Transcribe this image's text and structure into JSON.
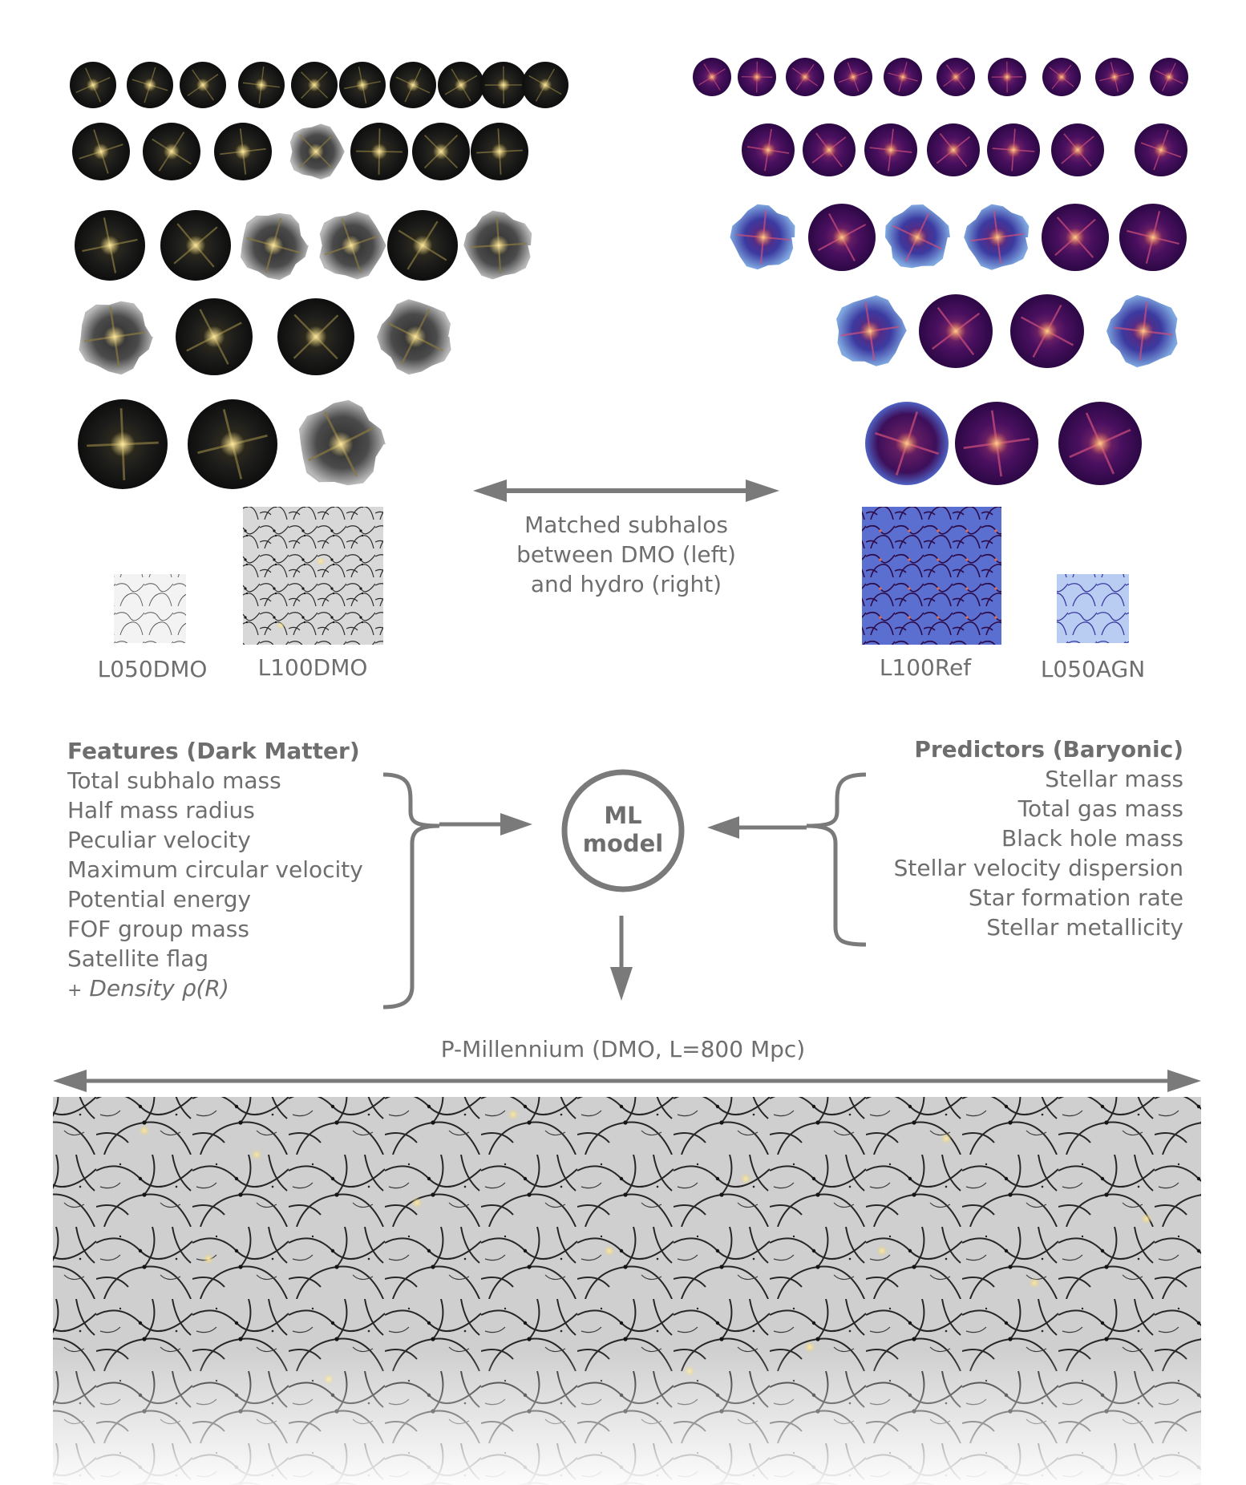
{
  "center_caption": [
    "Matched subhalos",
    "between DMO (left)",
    "and hydro (right)"
  ],
  "box_labels": {
    "l050dmo": "L050DMO",
    "l100dmo": "L100DMO",
    "l100ref": "L100Ref",
    "l050agn": "L050AGN"
  },
  "features": {
    "title": "Features (Dark Matter)",
    "items": [
      "Total subhalo mass",
      "Half mass radius",
      "Peculiar velocity",
      "Maximum circular velocity",
      "Potential energy",
      "FOF group mass",
      "Satellite flag"
    ],
    "extra_prefix": "+",
    "extra": "Density ρ(R)"
  },
  "predictors": {
    "title": "Predictors (Baryonic)",
    "items": [
      "Stellar mass",
      "Total gas mass",
      "Black hole mass",
      "Stellar velocity dispersion",
      "Star formation rate",
      "Stellar metallicity"
    ]
  },
  "model": {
    "line1": "ML",
    "line2": "model"
  },
  "bottom_caption": "P-Millennium (DMO, L=800 Mpc)",
  "colors": {
    "text": "#6e6e6e",
    "arrow": "#7a7a7a",
    "dmo_halo": "#1b1b1b",
    "dmo_highlight": "#e8d27a",
    "hydro_halo": "#3a0a4e",
    "hydro_edge": "#4f62c4",
    "hydro_highlight": "#f0a04a"
  }
}
